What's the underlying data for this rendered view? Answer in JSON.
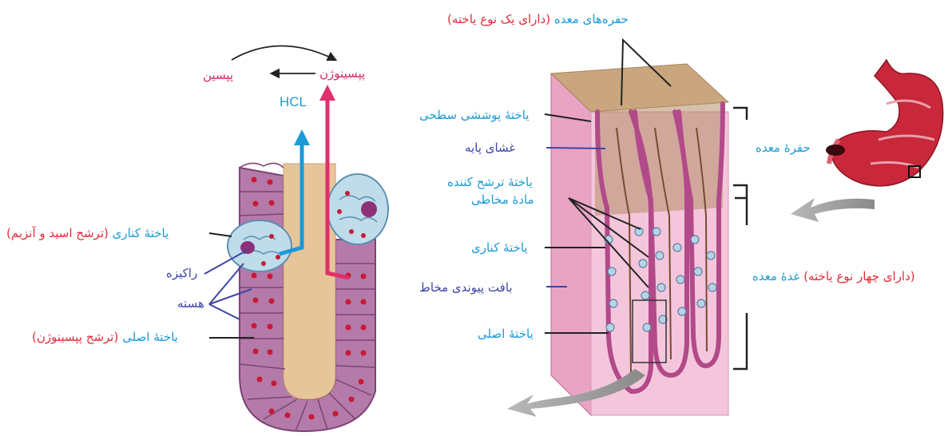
{
  "left_panel": {
    "pepsin": "پپسین",
    "pepsinogen_top": "پپسینوژن",
    "hcl": "HCL",
    "parietal_cell": "یاختهٔ کناری",
    "parietal_function": "(ترشح اسید و آنزیم)",
    "ribosome": "راکیزه",
    "nucleus": "هسته",
    "chief_cell": "یاختهٔ اصلی",
    "chief_function": "(ترشح پپسینوژن)"
  },
  "right_panel": {
    "pits_title": "حفره‌های معده",
    "pits_note": "(دارای یک نوع یاخته)",
    "surface_cell": "یاختهٔ پوششی سطحی",
    "basement_membrane": "غشای پایه",
    "mucus_cell_line1": "یاختهٔ ترشح کننده",
    "mucus_cell_line2": "مادهٔ مخاطی",
    "parietal_cell": "یاختهٔ کناری",
    "connective_tissue": "بافت پیوندی مخاط",
    "chief_cell": "یاختهٔ اصلی",
    "gastric_pit": "حفرهٔ معده",
    "gland_note": "(دارای چهار نوع یاخته)",
    "gastric_gland": "غدهٔ معده"
  },
  "colors": {
    "cell_label": "#1b9ad6",
    "function_note": "#e02b3a",
    "structure_label": "#3e45a6",
    "enzyme_label": "#d8265e",
    "tissue_wall": "#a96a9d",
    "tissue_pink": "#f2c0d6",
    "lumen": "#e7c59a"
  },
  "icons": {
    "stomach": "stomach-illustration",
    "flow_arrow": "grey-curved-arrow"
  }
}
